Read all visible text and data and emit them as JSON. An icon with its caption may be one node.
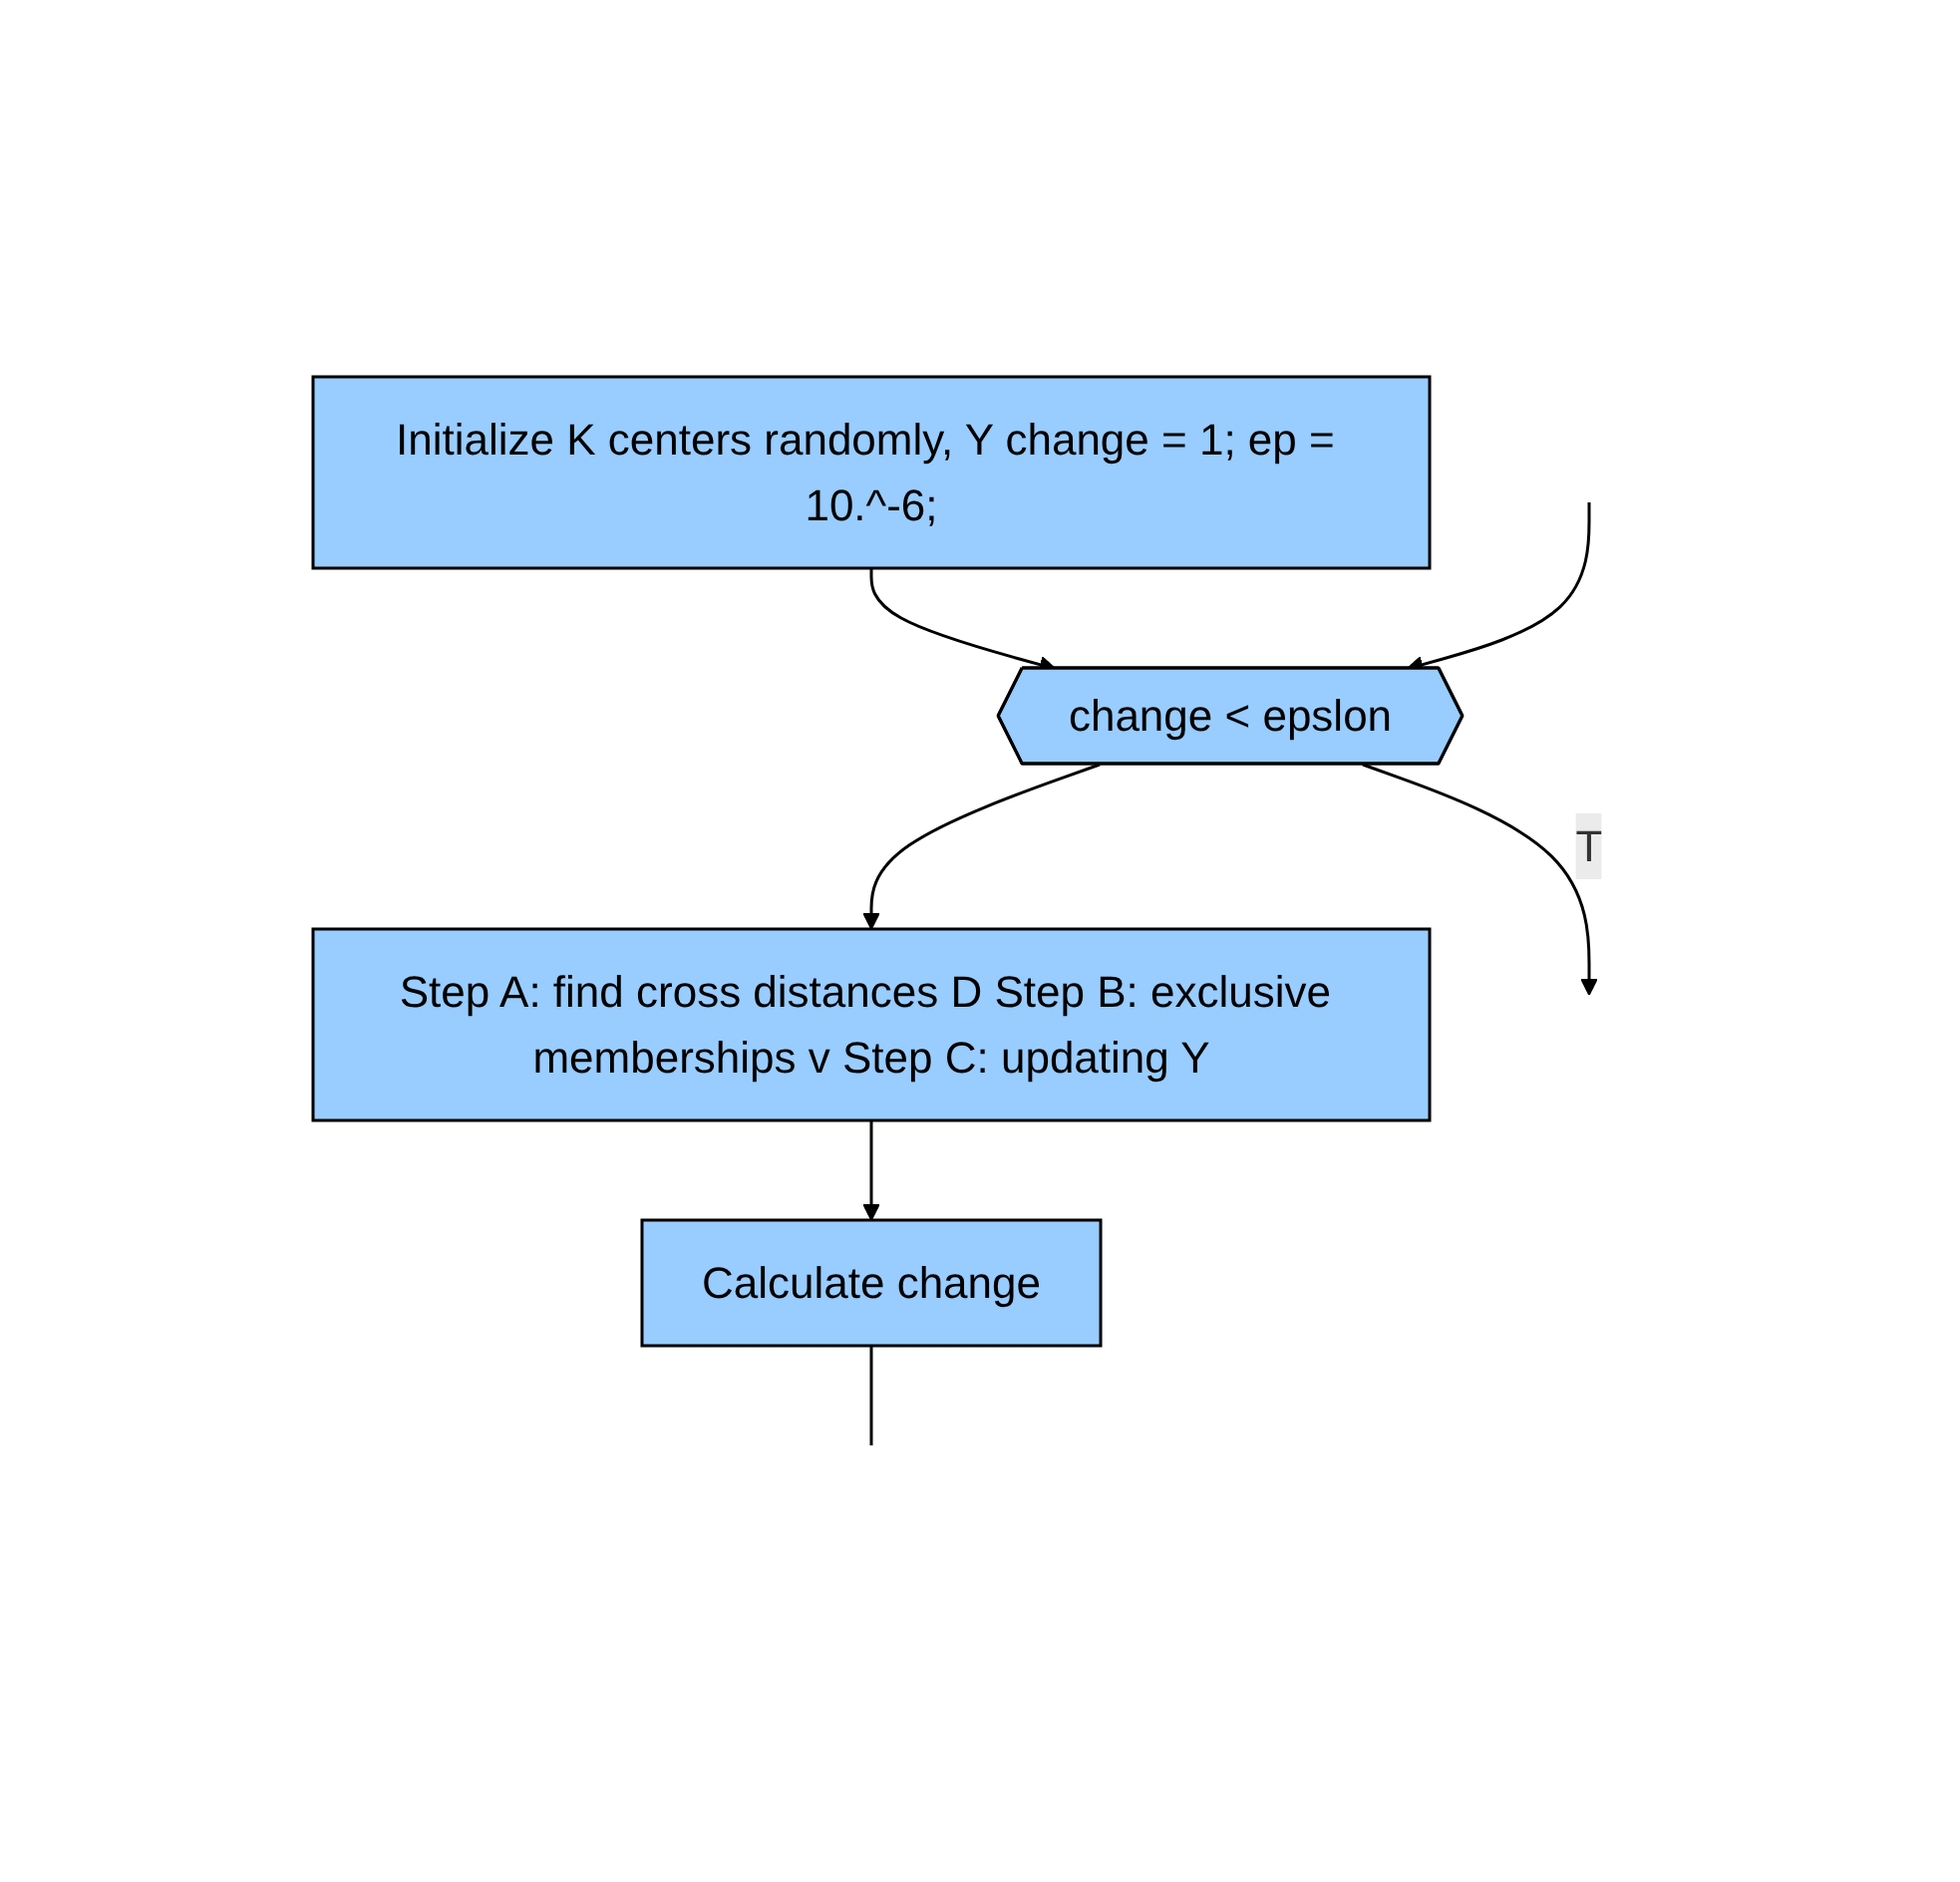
{
  "diagram": {
    "nodes": [
      {
        "text": [
          "Initialize K centers randomly, Y change = 1; ep = 10.^-6;"
        ]
      },
      {
        "text": [
          "change < epslon"
        ]
      },
      {
        "text": [
          "Step A: find cross distances D Step B: exclusive memberships v Step C: updating Y"
        ]
      },
      {
        "text": [
          "Calculate change"
        ]
      }
    ],
    "edges": [
      {
        "from": 0,
        "to": 1,
        "arrow": "to"
      },
      {
        "from": 1,
        "to": null,
        "arrow": "to",
        "label": "T"
      },
      {
        "from": 1,
        "to": 2,
        "arrow": "to"
      },
      {
        "from": 2,
        "to": 3,
        "arrow": "to"
      },
      {
        "from": 3,
        "to": null,
        "arrow": "none"
      },
      {
        "from": null,
        "to": 1,
        "arrow": "to"
      }
    ]
  }
}
